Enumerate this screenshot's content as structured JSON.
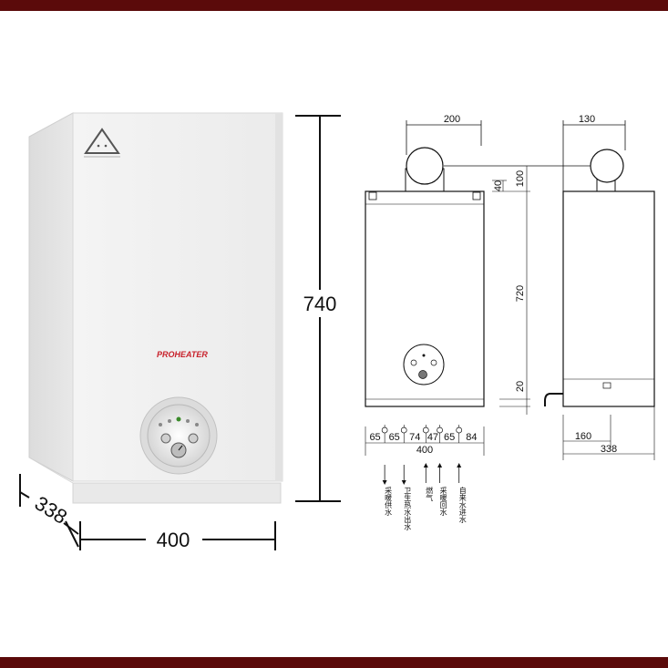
{
  "brand": {
    "logo": "PROHEATER",
    "color": "#c8202a"
  },
  "colors": {
    "frame": "#5b0a0a",
    "line": "#111111"
  },
  "product_view": {
    "height_label": "740",
    "width_label": "400",
    "depth_label": "338"
  },
  "front_view": {
    "top_dims": [
      "200"
    ],
    "side_dims": [
      "100",
      "40",
      "720",
      "20"
    ],
    "bottom_dims": [
      "65",
      "65",
      "74",
      "47",
      "65",
      "84"
    ],
    "total_width": "400",
    "connections": [
      "采暖供水",
      "卫生热水出水",
      "燃气",
      "采暖回水",
      "自来水进水"
    ]
  },
  "side_view": {
    "top_dim": "130",
    "bottom_dims": [
      "160",
      "338"
    ]
  }
}
